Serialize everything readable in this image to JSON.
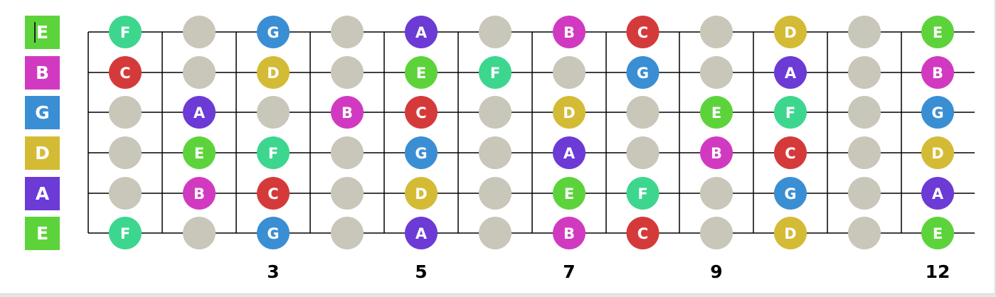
{
  "colors": {
    "C": "#d53a3a",
    "D": "#d4bb35",
    "E": "#5dd33b",
    "F": "#3dd68e",
    "G": "#3a8ed3",
    "A": "#6c3ad5",
    "B": "#d13ac0",
    "empty": "#c9c6ba",
    "line": "#000000"
  },
  "open_strings": [
    {
      "label": "E",
      "note": "E",
      "icon": "text-cursor-icon"
    },
    {
      "label": "B",
      "note": "B"
    },
    {
      "label": "G",
      "note": "G"
    },
    {
      "label": "D",
      "note": "D"
    },
    {
      "label": "A",
      "note": "A"
    },
    {
      "label": "E",
      "note": "E"
    }
  ],
  "strings": [
    [
      "F",
      "",
      "G",
      "",
      "A",
      "",
      "B",
      "C",
      "",
      "D",
      "",
      "E"
    ],
    [
      "C",
      "",
      "D",
      "",
      "E",
      "F",
      "",
      "G",
      "",
      "A",
      "",
      "B"
    ],
    [
      "",
      "A",
      "",
      "B",
      "C",
      "",
      "D",
      "",
      "E",
      "F",
      "",
      "G"
    ],
    [
      "",
      "E",
      "F",
      "",
      "G",
      "",
      "A",
      "",
      "B",
      "C",
      "",
      "D"
    ],
    [
      "",
      "B",
      "C",
      "",
      "D",
      "",
      "E",
      "F",
      "",
      "G",
      "",
      "A"
    ],
    [
      "F",
      "",
      "G",
      "",
      "A",
      "",
      "B",
      "C",
      "",
      "D",
      "",
      "E"
    ]
  ],
  "fret_markers": [
    {
      "fret": 3,
      "label": "3"
    },
    {
      "fret": 5,
      "label": "5"
    },
    {
      "fret": 7,
      "label": "7"
    },
    {
      "fret": 9,
      "label": "9"
    },
    {
      "fret": 12,
      "label": "12"
    }
  ]
}
